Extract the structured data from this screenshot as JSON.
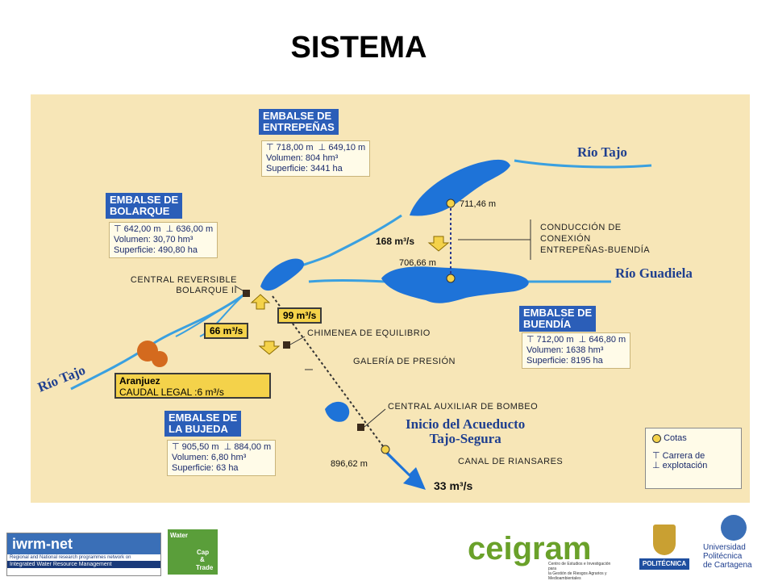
{
  "title": "SISTEMA",
  "colors": {
    "map_bg": "#f7e6b7",
    "water": "#1e73d8",
    "river": "#3aa0e0",
    "header": "#2b5eb8",
    "accent_yellow": "#f4d24a"
  },
  "reservoirs": {
    "entrepenas": {
      "name": "EMBALSE DE ENTREPEÑAS",
      "name_l1": "EMBALSE DE",
      "name_l2": "ENTREPEÑAS",
      "max": "718,00 m",
      "min": "649,10 m",
      "volumen": "Volumen: 804 hm³",
      "superficie": "Superficie: 3441 ha"
    },
    "bolarque": {
      "name_l1": "EMBALSE DE",
      "name_l2": "BOLARQUE",
      "max": "642,00 m",
      "min": "636,00 m",
      "volumen": "Volumen: 30,70 hm³",
      "superficie": "Superficie: 490,80 ha"
    },
    "buendia": {
      "name_l1": "EMBALSE DE",
      "name_l2": "BUENDÍA",
      "max": "712,00 m",
      "min": "646,80 m",
      "volumen": "Volumen: 1638 hm³",
      "superficie": "Superficie: 8195 ha"
    },
    "bujeda": {
      "name_l1": "EMBALSE DE",
      "name_l2": "LA BUJEDA",
      "max": "905,50 m",
      "min": "884,00 m",
      "volumen": "Volumen: 6,80 hm³",
      "superficie": "Superficie: 63 ha"
    }
  },
  "rivers": {
    "tajo_top": "Río Tajo",
    "guadiela": "Río Guadiela",
    "tajo_bottom": "Río Tajo"
  },
  "labels": {
    "conduccion_l1": "CONDUCCIÓN DE",
    "conduccion_l2": "CONEXIÓN",
    "conduccion_l3": "ENTREPEÑAS-BUENDÍA",
    "central_rev_l1": "CENTRAL REVERSIBLE",
    "central_rev_l2": "BOLARQUE II",
    "chimenea": "CHIMENEA DE EQUILIBRIO",
    "galeria": "GALERÍA DE PRESIÓN",
    "central_aux": "CENTRAL AUXILIAR DE BOMBEO",
    "acueducto_l1": "Inicio del Acueducto",
    "acueducto_l2": "Tajo-Segura",
    "canal": "CANAL DE RIANSARES",
    "aranjuez": "Aranjuez",
    "caudal_legal": "CAUDAL LEGAL :6 m³/s"
  },
  "cotas": {
    "c1": "711,46 m",
    "c2": "706,66 m",
    "c3": "896,62 m"
  },
  "flows": {
    "f168": "168 m³/s",
    "f99": "99 m³/s",
    "f66": "66 m³/s",
    "f33": "33 m³/s"
  },
  "legend": {
    "cotas": "Cotas",
    "carrera_l1": "Carrera de",
    "carrera_l2": "explotación"
  },
  "footer": {
    "iwrm": "iwrm-net",
    "iwrm_sub1": "Regional and National research programmes network on",
    "iwrm_sub2": "Integrated Water Resource Management",
    "water": "Water",
    "cap": "Cap",
    "and": "&",
    "trade": "Trade",
    "ceigram": "ceigram",
    "ceigram_sub1": "Centro de Estudios e Investigación para",
    "ceigram_sub2": "la Gestión de Riesgos Agrarios y Medioambientales",
    "politecnica": "POLITÉCNICA",
    "upct_l1": "Universidad",
    "upct_l2": "Politécnica",
    "upct_l3": "de Cartagena"
  }
}
